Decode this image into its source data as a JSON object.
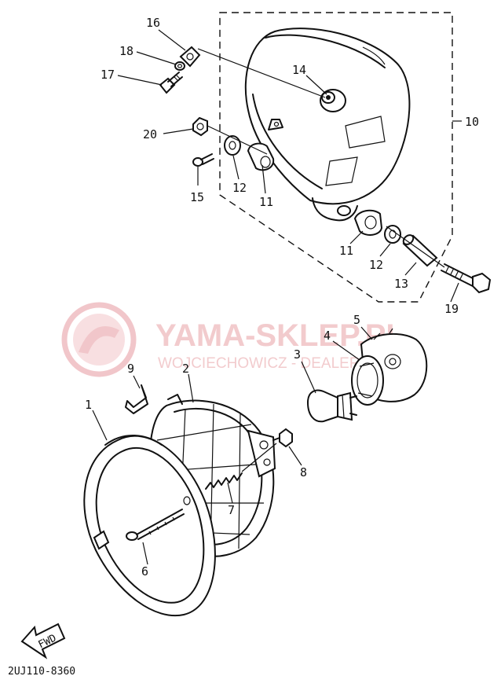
{
  "diagram": {
    "callouts": [
      {
        "id": "c16",
        "label": "16"
      },
      {
        "id": "c18",
        "label": "18"
      },
      {
        "id": "c17",
        "label": "17"
      },
      {
        "id": "c14",
        "label": "14"
      },
      {
        "id": "c10",
        "label": "10"
      },
      {
        "id": "c20",
        "label": "20"
      },
      {
        "id": "c15",
        "label": "15"
      },
      {
        "id": "c12a",
        "label": "12"
      },
      {
        "id": "c11a",
        "label": "11"
      },
      {
        "id": "c11b",
        "label": "11"
      },
      {
        "id": "c12b",
        "label": "12"
      },
      {
        "id": "c13",
        "label": "13"
      },
      {
        "id": "c19",
        "label": "19"
      },
      {
        "id": "c5",
        "label": "5"
      },
      {
        "id": "c4",
        "label": "4"
      },
      {
        "id": "c3",
        "label": "3"
      },
      {
        "id": "c9",
        "label": "9"
      },
      {
        "id": "c2",
        "label": "2"
      },
      {
        "id": "c1",
        "label": "1"
      },
      {
        "id": "c8",
        "label": "8"
      },
      {
        "id": "c7",
        "label": "7"
      },
      {
        "id": "c6",
        "label": "6"
      }
    ],
    "watermark": {
      "brand": "YAMA-SKLEP.PL",
      "tagline": "WOJCIECHOWICZ - DEALER YAMAHA"
    },
    "direction_tag": "FWD",
    "drawing_code": "2UJ110-8360"
  }
}
